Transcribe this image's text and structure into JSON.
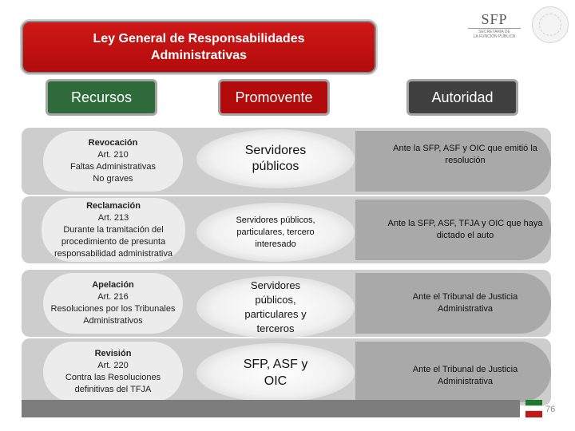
{
  "header": {
    "title_line1": "Ley General de Responsabilidades",
    "title_line2": "Administrativas"
  },
  "logo": {
    "name": "SFP",
    "subtitle_line1": "SECRETARÍA DE",
    "subtitle_line2": "LA FUNCIÓN PÚBLICA"
  },
  "columns": {
    "recursos": "Recursos",
    "promovente": "Promovente",
    "autoridad": "Autoridad"
  },
  "rows": [
    {
      "recurso_title": "Revocación",
      "recurso_article": "Art. 210",
      "recurso_desc1": "Faltas Administrativas",
      "recurso_desc2": "No graves",
      "promovente": "Servidores públicos",
      "autoridad": "Ante la SFP, ASF y OIC que emitió la resolución"
    },
    {
      "recurso_title": "Reclamación",
      "recurso_article": "Art. 213",
      "recurso_desc1": "Durante la tramitación del procedimiento de presunta responsabilidad administrativa",
      "recurso_desc2": "",
      "promovente": "Servidores públicos, particulares, tercero interesado",
      "autoridad": "Ante la SFP, ASF, TFJA y OIC que haya dictado el auto"
    },
    {
      "recurso_title": "Apelación",
      "recurso_article": "Art. 216",
      "recurso_desc1": "Resoluciones por los Tribunales Administrativos",
      "recurso_desc2": "",
      "promovente": "Servidores públicos, particulares y terceros",
      "autoridad": "Ante el Tribunal de Justicia Administrativa"
    },
    {
      "recurso_title": "Revisión",
      "recurso_article": "Art. 220",
      "recurso_desc1": "Contra las Resoluciones definitivas del TFJA",
      "recurso_desc2": "",
      "promovente": "SFP, ASF y OIC",
      "autoridad": "Ante el Tribunal de Justicia Administrativa"
    }
  ],
  "footer": {
    "page_number": "76"
  },
  "colors": {
    "title_red": "#b10b0b",
    "header_green": "#2f6b3a",
    "header_dark": "#404040",
    "band_gray": "#cdcdcd"
  }
}
